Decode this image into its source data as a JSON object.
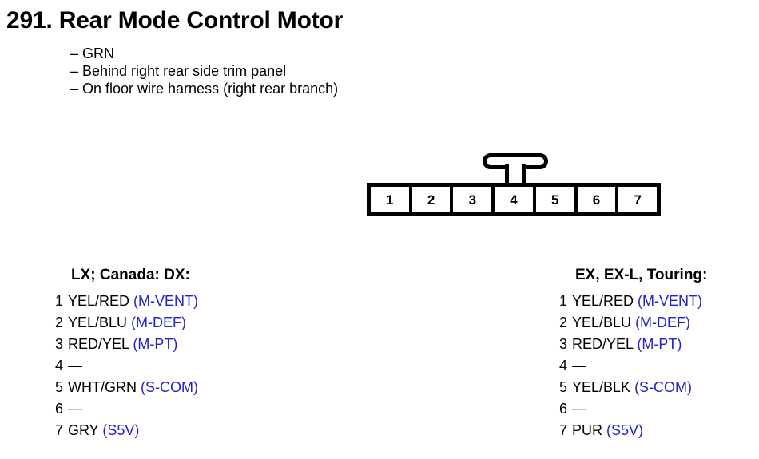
{
  "header": {
    "title": "291. Rear Mode Control Motor",
    "dash": "–",
    "notes": [
      "GRN",
      "Behind right rear side trim panel",
      "On floor wire harness (right rear branch)"
    ]
  },
  "connector": {
    "pins": [
      "1",
      "2",
      "3",
      "4",
      "5",
      "6",
      "7"
    ],
    "latch_over_pin": "4"
  },
  "colors": {
    "signal_blue": "#2222cc",
    "text_black": "#000000",
    "background": "#ffffff"
  },
  "pinouts": [
    {
      "heading": "LX; Canada: DX:",
      "rows": [
        {
          "num": "1",
          "wire": "YEL/RED",
          "signal": "(M-VENT)"
        },
        {
          "num": "2",
          "wire": "YEL/BLU",
          "signal": "(M-DEF)"
        },
        {
          "num": "3",
          "wire": "RED/YEL",
          "signal": "(M-PT)"
        },
        {
          "num": "4",
          "wire": "—",
          "signal": ""
        },
        {
          "num": "5",
          "wire": "WHT/GRN",
          "signal": "(S-COM)"
        },
        {
          "num": "6",
          "wire": "—",
          "signal": ""
        },
        {
          "num": "7",
          "wire": "GRY",
          "signal": "(S5V)"
        }
      ]
    },
    {
      "heading": "EX, EX-L, Touring:",
      "rows": [
        {
          "num": "1",
          "wire": "YEL/RED",
          "signal": "(M-VENT)"
        },
        {
          "num": "2",
          "wire": "YEL/BLU",
          "signal": "(M-DEF)"
        },
        {
          "num": "3",
          "wire": "RED/YEL",
          "signal": "(M-PT)"
        },
        {
          "num": "4",
          "wire": "—",
          "signal": ""
        },
        {
          "num": "5",
          "wire": "YEL/BLK",
          "signal": "(S-COM)"
        },
        {
          "num": "6",
          "wire": "—",
          "signal": ""
        },
        {
          "num": "7",
          "wire": "PUR",
          "signal": "(S5V)"
        }
      ]
    }
  ]
}
